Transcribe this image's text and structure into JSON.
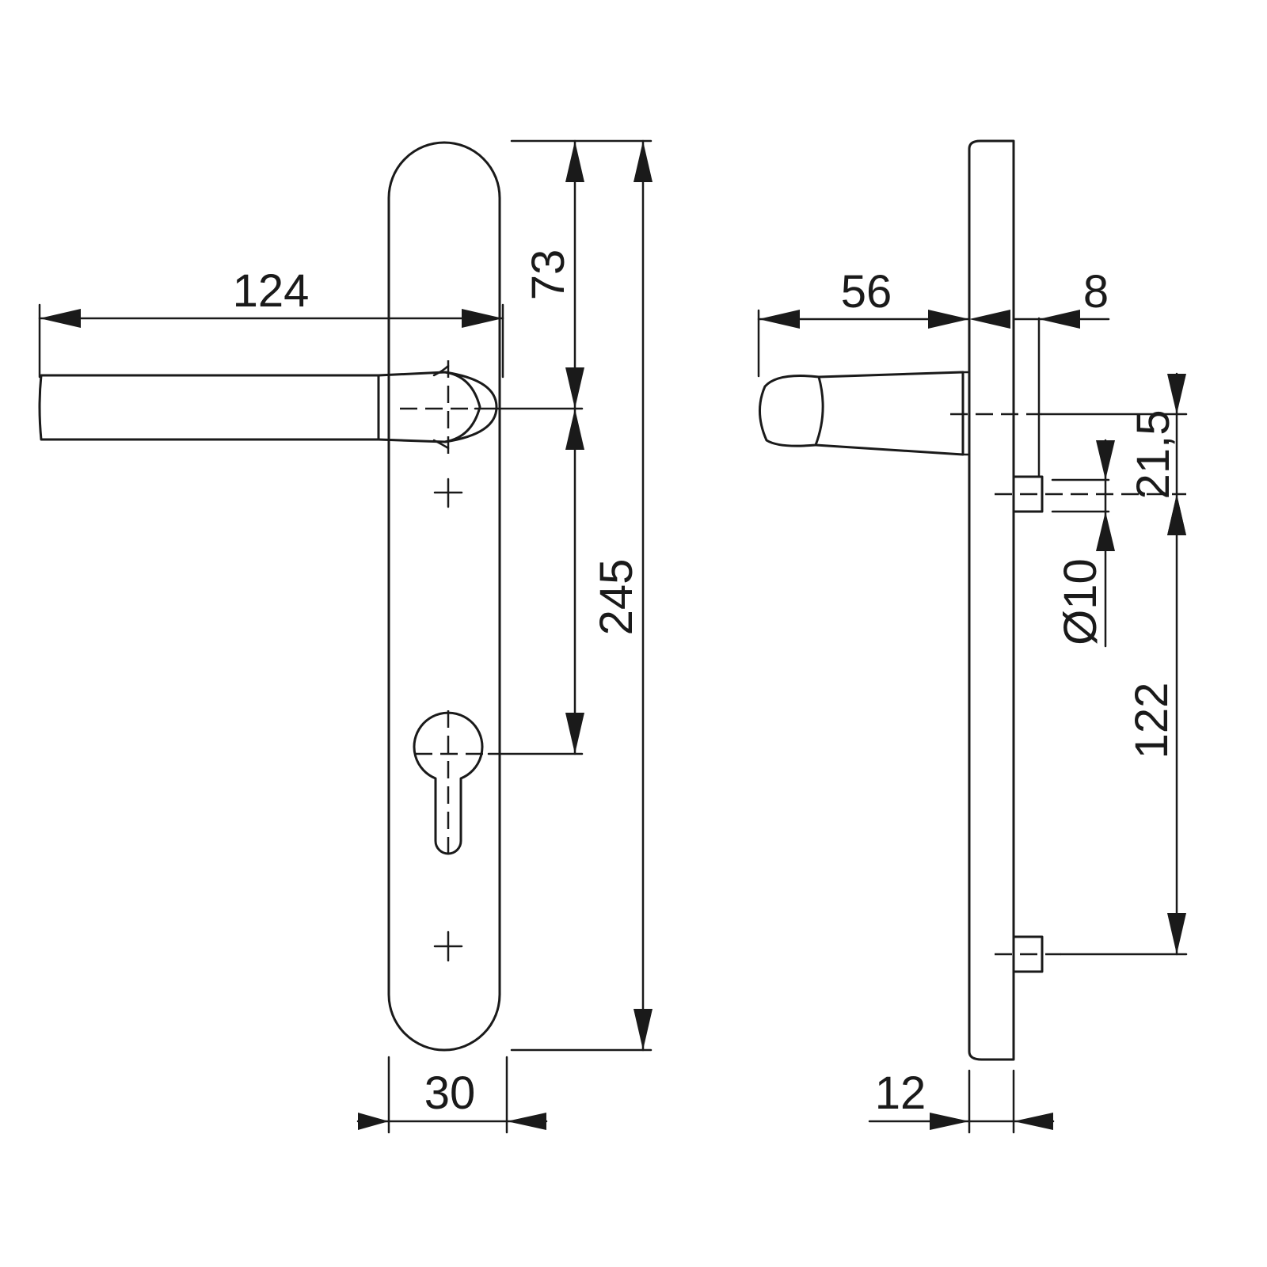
{
  "dimensions": {
    "lever_length": "124",
    "handle_to_top": "73",
    "handle_to_cylinder": "245",
    "plate_width": "30",
    "handle_projection": "56",
    "spindle_offset": "8",
    "screw_offset": "21,5",
    "screw_diameter": "Ø10",
    "screw_spacing": "122",
    "plate_thickness": "12"
  },
  "colors": {
    "line": "#1a1a1a",
    "background": "#ffffff"
  }
}
